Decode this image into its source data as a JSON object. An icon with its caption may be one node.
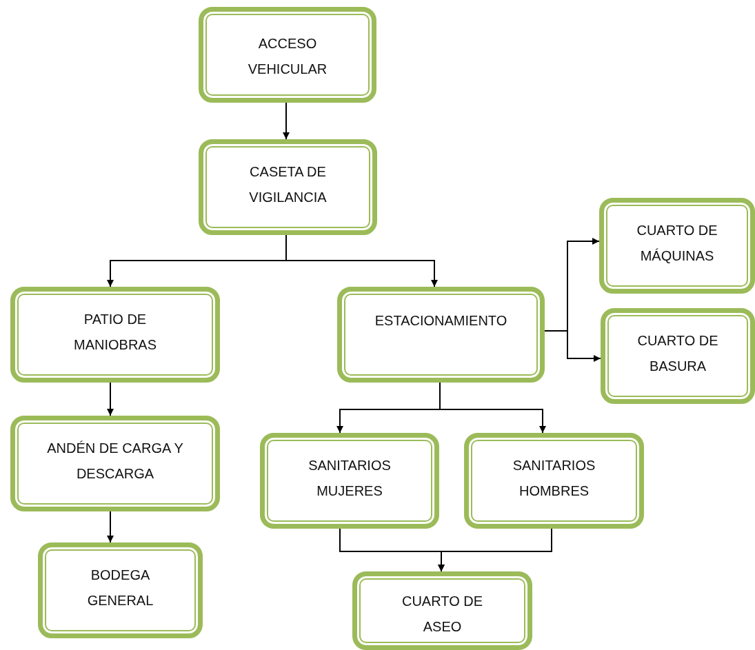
{
  "diagram": {
    "nodes": [
      {
        "text": [
          "ACCESO VEHICULAR"
        ]
      },
      {
        "text": [
          "CASETA DE VIGILANCIA"
        ]
      },
      {
        "text": [
          "PATIO DE MANIOBRAS"
        ]
      },
      {
        "text": [
          "ESTACIONAMIENTO"
        ]
      },
      {
        "text": [
          "CUARTO DE MÁQUINAS"
        ]
      },
      {
        "text": [
          "CUARTO DE BASURA"
        ]
      },
      {
        "text": [
          "ANDÉN DE CARGA Y DESCARGA"
        ]
      },
      {
        "text": [
          "SANITARIOS MUJERES"
        ]
      },
      {
        "text": [
          "SANITARIOS HOMBRES"
        ]
      },
      {
        "text": [
          "BODEGA GENERAL"
        ]
      },
      {
        "text": [
          "CUARTO DE ASEO"
        ]
      }
    ],
    "edges": [
      {
        "from": 0,
        "to": 1,
        "arrow": "to"
      },
      {
        "from": 1,
        "to": 2,
        "arrow": "to"
      },
      {
        "from": 1,
        "to": 3,
        "arrow": "to"
      },
      {
        "from": 3,
        "to": 4,
        "arrow": "to"
      },
      {
        "from": 3,
        "to": 5,
        "arrow": "to"
      },
      {
        "from": 3,
        "to": 7,
        "arrow": "to"
      },
      {
        "from": 3,
        "to": 8,
        "arrow": "to"
      },
      {
        "from": 2,
        "to": 6,
        "arrow": "to"
      },
      {
        "from": 6,
        "to": 9,
        "arrow": "to"
      },
      {
        "from": 7,
        "to": 10,
        "arrow": "to"
      },
      {
        "from": 8,
        "to": 10,
        "arrow": "to"
      }
    ]
  }
}
